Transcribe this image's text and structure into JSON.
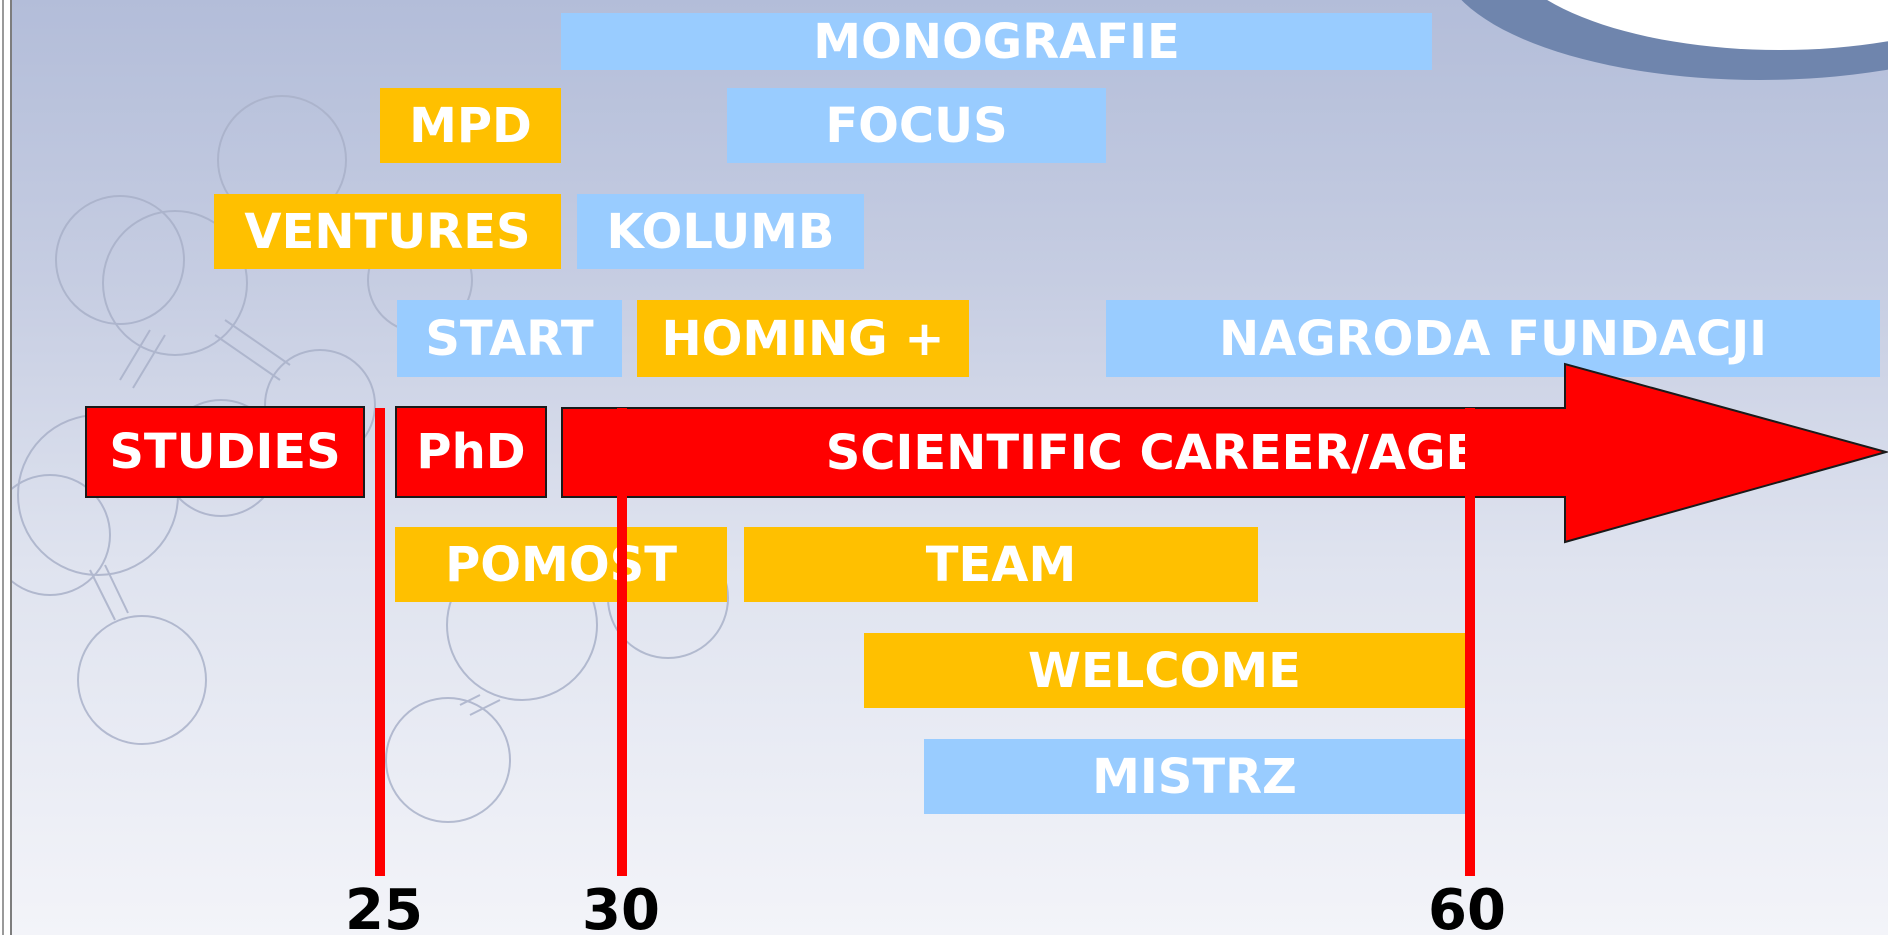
{
  "colors": {
    "blue": "#99ccff",
    "orange": "#ffc000",
    "red": "#ff0000"
  },
  "programs": {
    "monografie": "MONOGRAFIE",
    "mpd": "MPD",
    "focus": "FOCUS",
    "ventures": "VENTURES",
    "kolumb": "KOLUMB",
    "start": "START",
    "homing": "HOMING +",
    "nagroda": "NAGRODA FUNDACJI",
    "pomost": "POMOST",
    "team": "TEAM",
    "welcome": "WELCOME",
    "mistrz": "MISTRZ"
  },
  "stages": {
    "studies": "STUDIES",
    "phd": "PhD",
    "career": "SCIENTIFIC CAREER/AGE"
  },
  "ages": {
    "a25": "25",
    "a30": "30",
    "a60": "60"
  }
}
